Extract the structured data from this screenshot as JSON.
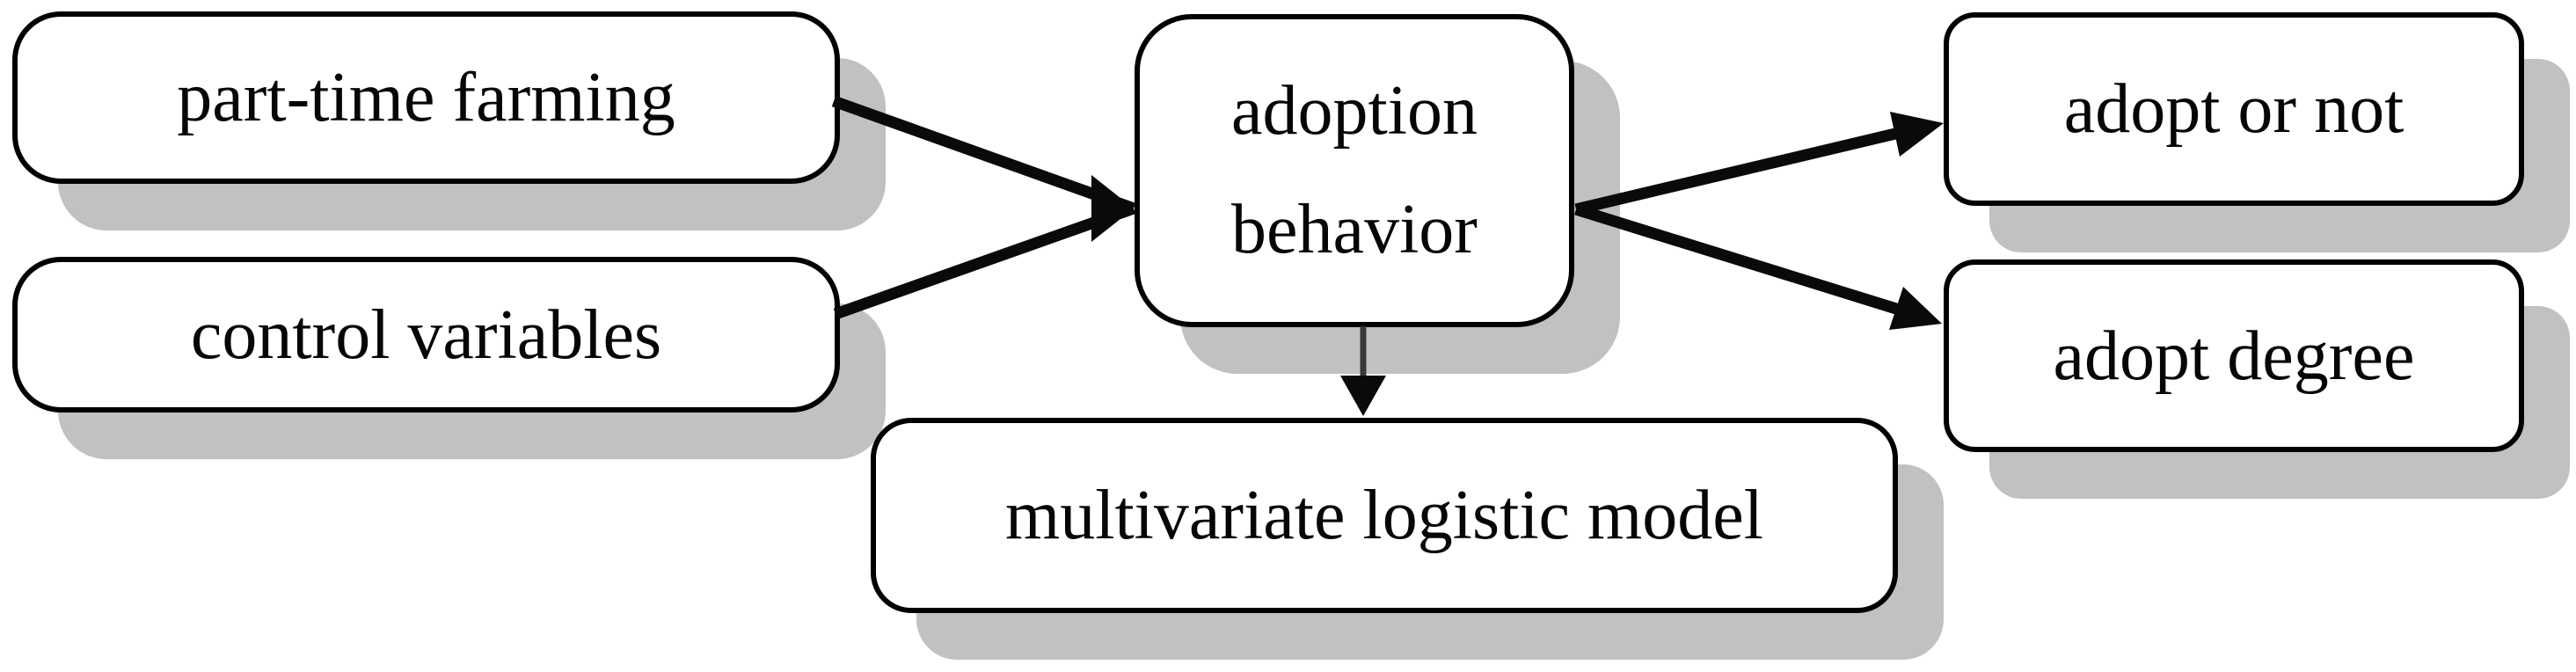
{
  "figure": {
    "type": "flow-diagram",
    "description": "Research framework diagram: part-time farming and control variables point to adoption behavior, which points to adopt or not, adopt degree, and multivariate logistic model",
    "colors": {
      "node_fill": "#ffffff",
      "node_border": "#000000",
      "node_shadow": "#c1c1c1",
      "arrow": "#0a0a0a",
      "background": "#ffffff"
    },
    "nodes": {
      "part_time_farming": {
        "label": "part-time farming"
      },
      "control_variables": {
        "label": "control variables"
      },
      "adoption_behavior": {
        "lines": [
          "adoption",
          "behavior"
        ]
      },
      "adopt_or_not": {
        "label": "adopt or not"
      },
      "adopt_degree": {
        "label": "adopt degree"
      },
      "multivariate_logistic_model": {
        "label": "multivariate logistic model"
      }
    },
    "edges": [
      {
        "from": "part-time farming",
        "to": "adoption behavior",
        "style": "thick-arrow"
      },
      {
        "from": "control variables",
        "to": "adoption behavior",
        "style": "thick-arrow"
      },
      {
        "from": "adoption behavior",
        "to": "adopt or not",
        "style": "thick-arrow"
      },
      {
        "from": "adoption behavior",
        "to": "adopt degree",
        "style": "thick-arrow"
      },
      {
        "from": "adoption behavior",
        "to": "multivariate logistic model",
        "style": "thin-arrow"
      }
    ]
  }
}
